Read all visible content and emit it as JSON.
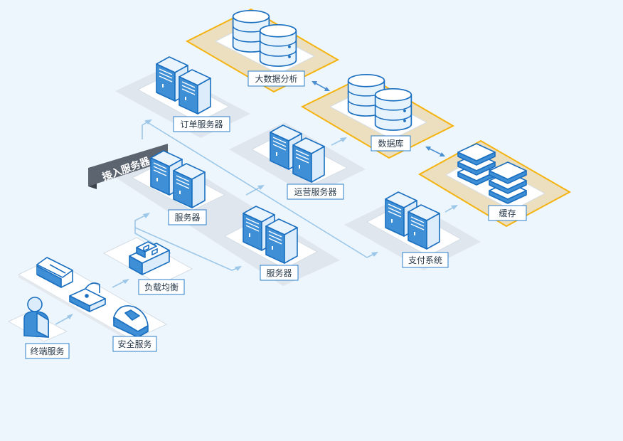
{
  "banner": {
    "text": "接入服务器"
  },
  "nodes": {
    "bigdata": {
      "label": "大数据分析"
    },
    "order": {
      "label": "订单服务器"
    },
    "database": {
      "label": "数据库"
    },
    "ops": {
      "label": "运营服务器"
    },
    "server_a": {
      "label": "服务器"
    },
    "server_b": {
      "label": "服务器"
    },
    "payment": {
      "label": "支付系统"
    },
    "cache": {
      "label": "缓存"
    },
    "loadbalance": {
      "label": "负载均衡"
    },
    "terminal": {
      "label": "终端服务"
    },
    "security": {
      "label": "安全服务"
    }
  },
  "colors": {
    "background": "#eef6fd",
    "icon_stroke": "#1a6fc0",
    "icon_fill": "#e6f2fc",
    "highlight_border": "#f5b30f",
    "highlight_fill": "#ebdfbf",
    "banner": "#5c6470",
    "connector": "#9cc7e8"
  }
}
